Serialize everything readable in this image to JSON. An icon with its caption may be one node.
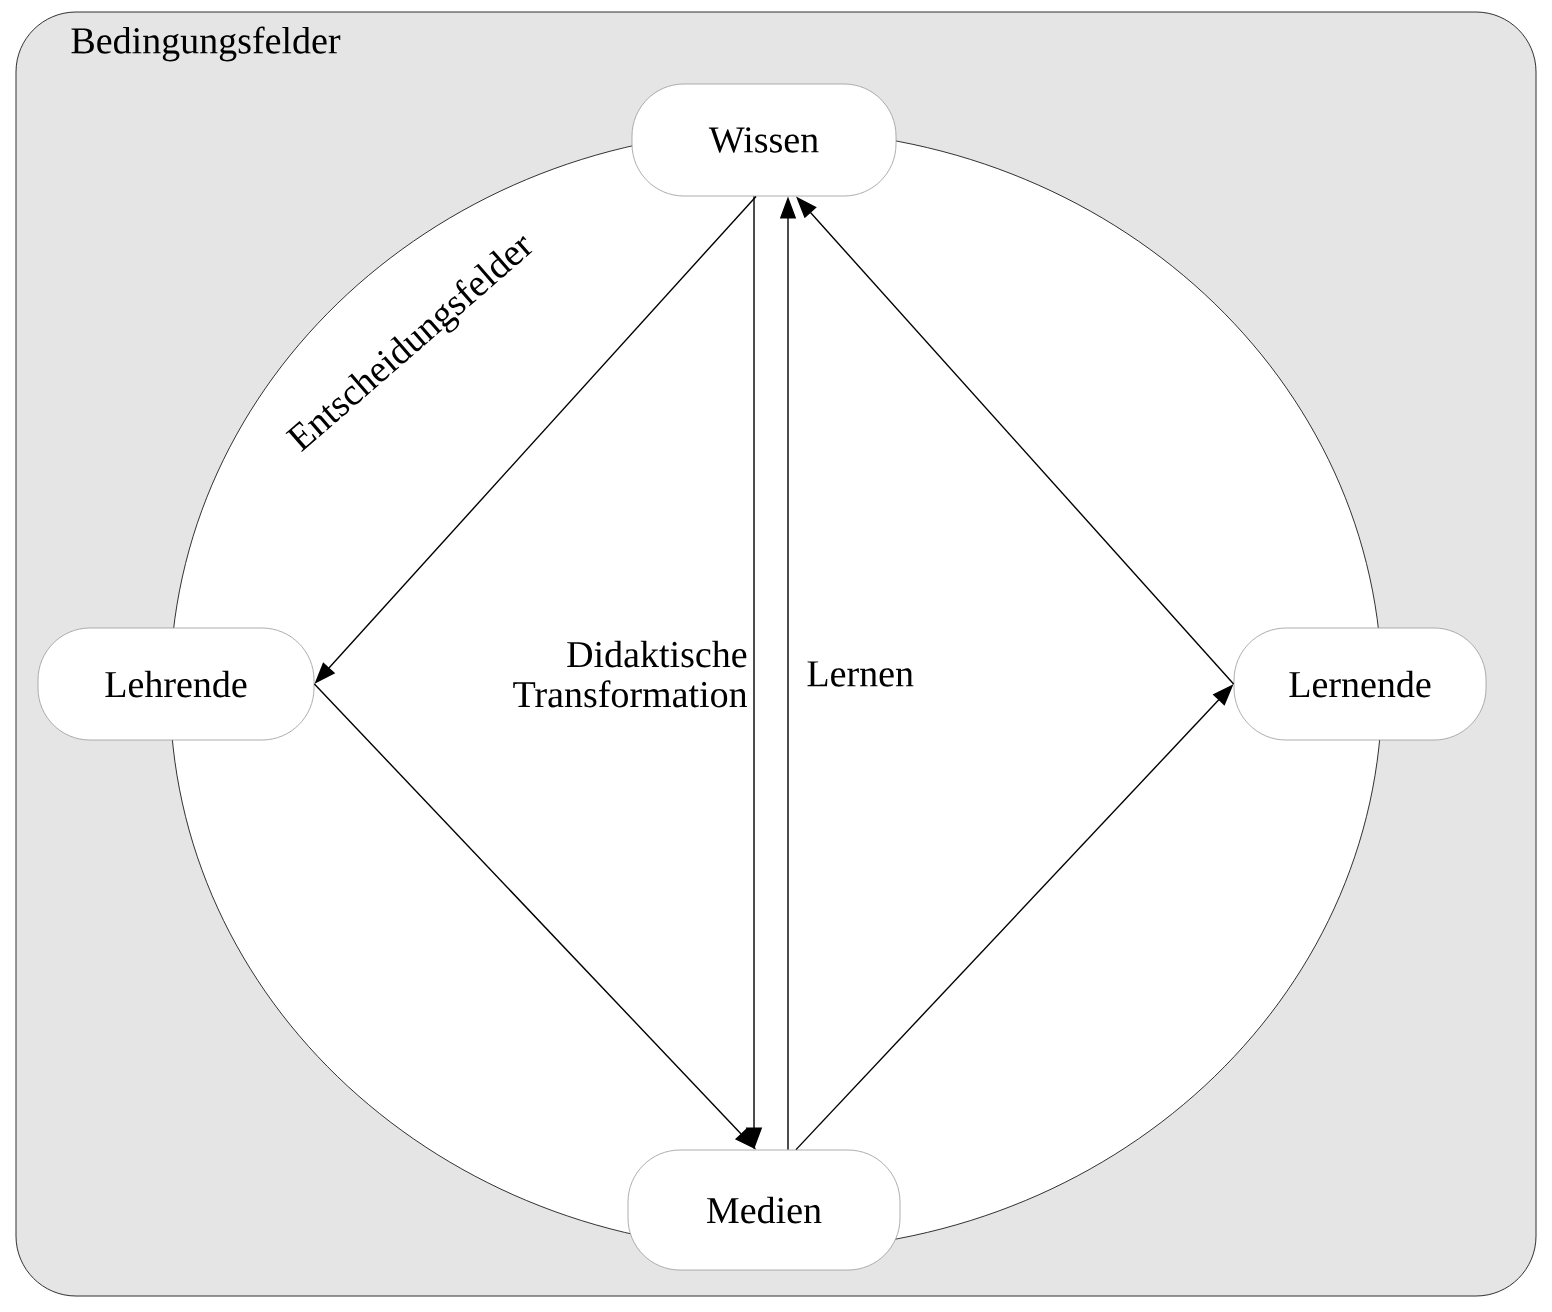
{
  "diagram": {
    "nodes": [
      {
        "text": [
          "Bedingungsfelder"
        ]
      },
      {
        "text": [
          "Entscheidungsfelder"
        ],
        "in": 0
      },
      {
        "text": [
          "Wissen"
        ],
        "in": 0
      },
      {
        "text": [
          "Lehrende"
        ],
        "in": 0
      },
      {
        "text": [
          "Lernende"
        ],
        "in": 0
      },
      {
        "text": [
          "Medien"
        ],
        "in": 0
      }
    ],
    "edges": [
      {
        "from": 2,
        "to": 3,
        "arrow": "to"
      },
      {
        "from": 3,
        "to": 5,
        "arrow": "to"
      },
      {
        "from": 5,
        "to": 4,
        "arrow": "to"
      },
      {
        "from": 4,
        "to": 2,
        "arrow": "to"
      },
      {
        "from": 2,
        "to": 5,
        "arrow": "to",
        "label": "Didaktische Transformation"
      },
      {
        "from": 5,
        "to": 2,
        "arrow": "to",
        "label": "Lernen"
      }
    ]
  }
}
